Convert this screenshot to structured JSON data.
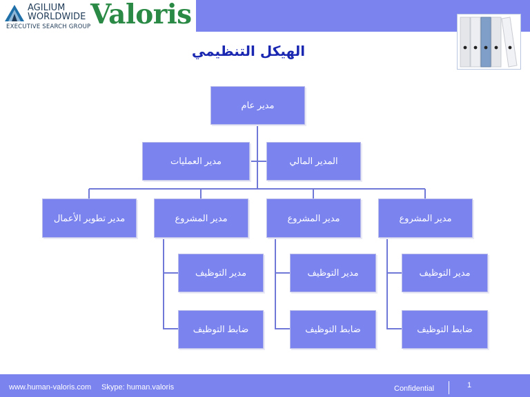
{
  "header": {
    "logo_line1": "AGILIUM",
    "logo_line2": "WORLDWIDE",
    "logo_sub": "EXECUTIVE SEARCH GROUP",
    "brand": "Valoris"
  },
  "title": "الهيكل التنظيمي",
  "org": {
    "general_manager": "مدير عام",
    "finance_manager": "المدير المالي",
    "operations_manager": "مدير العمليات",
    "project_manager_1": "مدير المشروع",
    "project_manager_2": "مدير المشروع",
    "project_manager_3": "مدير المشروع",
    "business_dev_manager": "مدير تطوير الأعمال",
    "hiring_manager_1": "مدير التوظيف",
    "hiring_manager_2": "مدير التوظيف",
    "hiring_manager_3": "مدير التوظيف",
    "hiring_officer_1": "ضابط التوظيف",
    "hiring_officer_2": "ضابط التوظيف",
    "hiring_officer_3": "ضابط التوظيف"
  },
  "footer": {
    "website": "www.human-valoris.com",
    "skype": "Skype: human.valoris",
    "confidential": "Confidential",
    "page_number": "1"
  },
  "colors": {
    "box_fill": "#7b83ee",
    "connector": "#6f78d6",
    "title": "#1a27b0",
    "brand_green": "#2a8a45"
  }
}
